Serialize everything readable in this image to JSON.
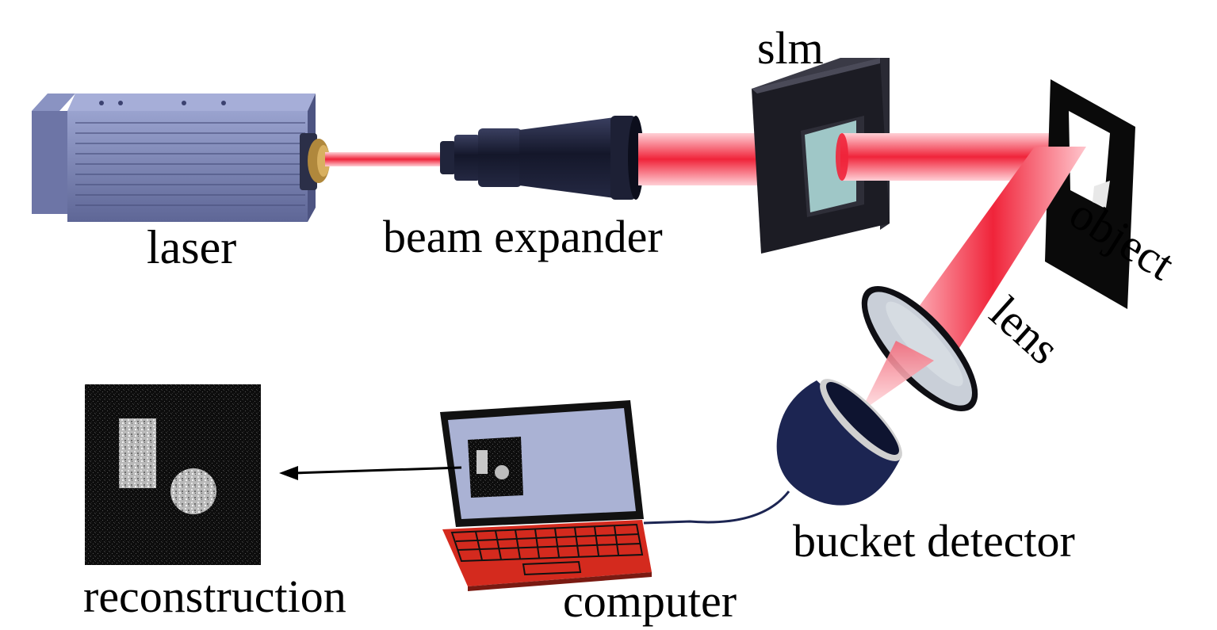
{
  "diagram": {
    "title": "Computational ghost imaging setup",
    "labels": {
      "laser": "laser",
      "beam_expander": "beam expander",
      "slm": "slm",
      "object": "object",
      "lens": "lens",
      "bucket_detector": "bucket detector",
      "computer": "computer",
      "reconstruction": "reconstruction"
    },
    "colors": {
      "beam": "#f0243a",
      "laser_body": "#7f88b8",
      "slm_frame": "#1c1c24",
      "slm_screen": "#9fc7c7",
      "lens_glass": "#c9cfd8",
      "detector": "#1c2552",
      "laptop_base": "#d42a1e",
      "laptop_screen": "#aab2d4"
    }
  }
}
